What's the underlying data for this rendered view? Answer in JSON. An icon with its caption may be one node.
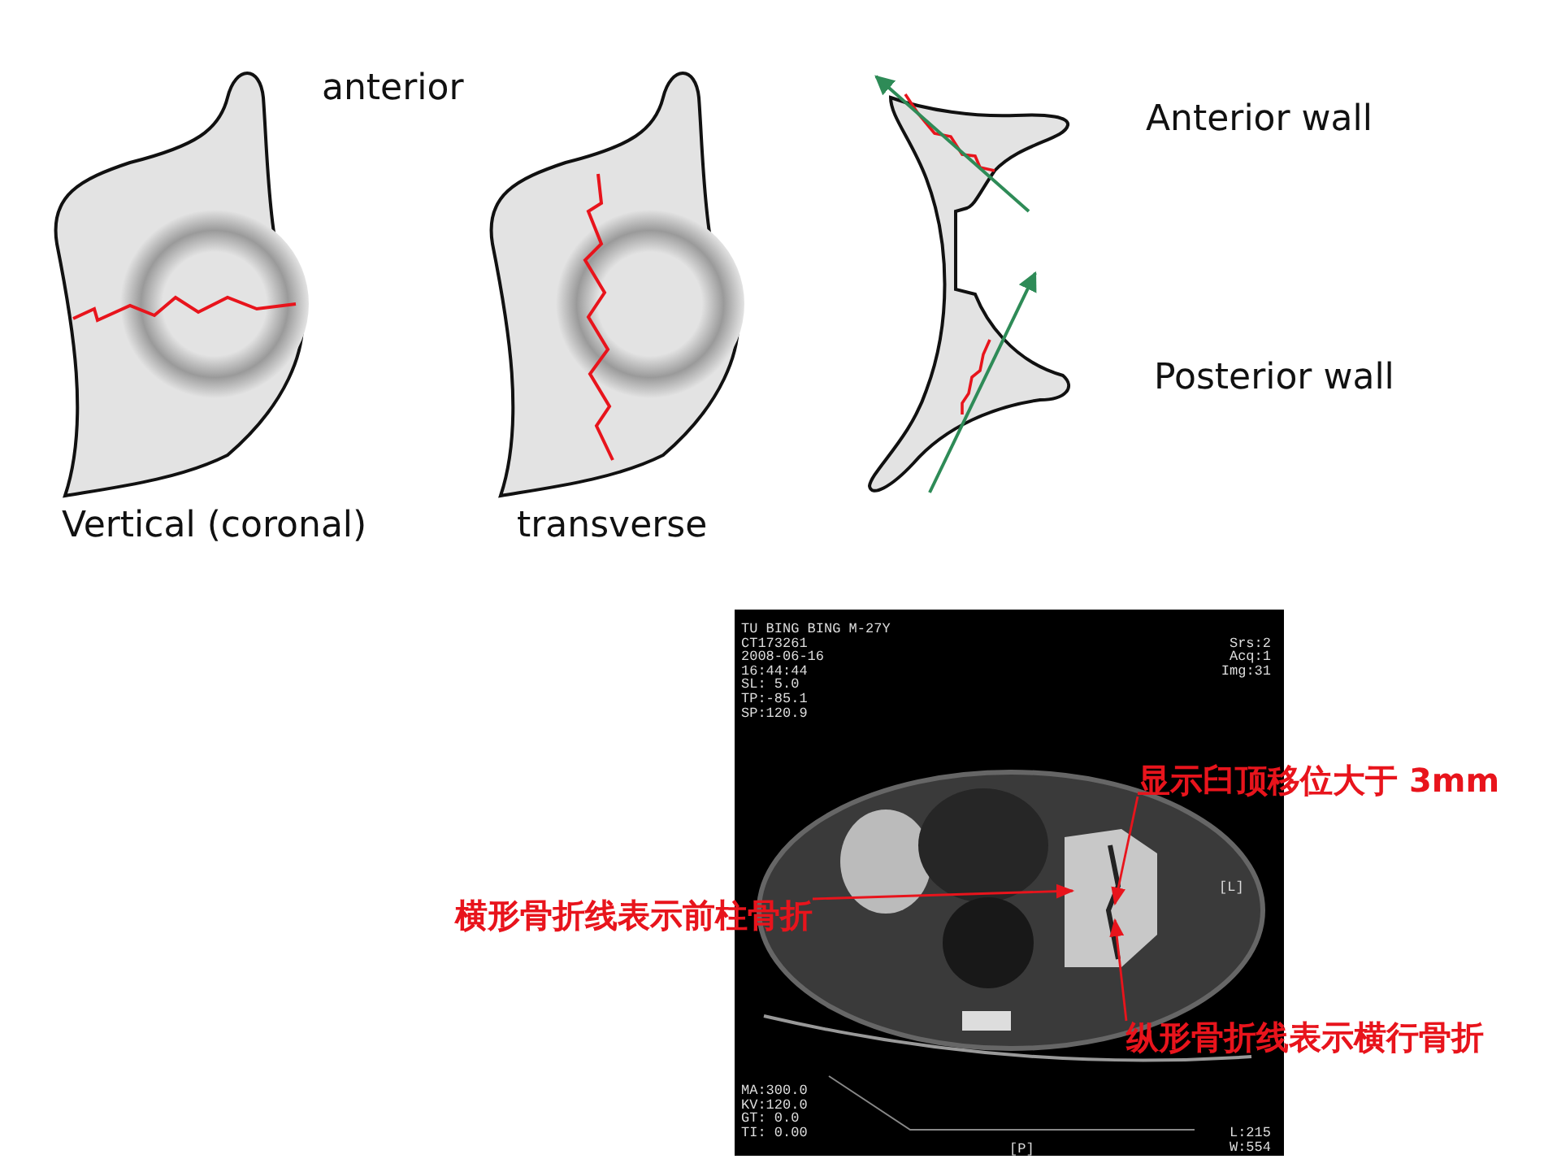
{
  "diagram": {
    "nodes": [
      {
        "text": [
          "显示臼顶移位大于 3mm"
        ]
      },
      {
        "text": [
          "横形骨折线表示前柱骨折"
        ]
      },
      {
        "text": [
          "纵形骨折线表示横行骨折"
        ]
      }
    ],
    "edges": [
      {
        "from": 0,
        "to": null,
        "arrow": "to"
      },
      {
        "from": 1,
        "to": null,
        "arrow": "to"
      },
      {
        "from": 2,
        "to": null,
        "arrow": "to"
      }
    ],
    "labels": [
      "anterior",
      "Anterior wall",
      "Posterior wall",
      "Vertical (coronal)",
      "transverse",
      "TU BING BING M-27Y",
      "CT173261",
      "2008-06-16",
      "16:44:44",
      "SL: 5.0",
      "TP:-85.1",
      "SP:120.9",
      "Srs:2",
      "Acq:1",
      "Img:31",
      "[L]",
      "MA:300.0",
      "KV:120.0",
      "GT: 0.0",
      "TI: 0.00",
      "[P]",
      "L:215",
      "W:554"
    ]
  }
}
